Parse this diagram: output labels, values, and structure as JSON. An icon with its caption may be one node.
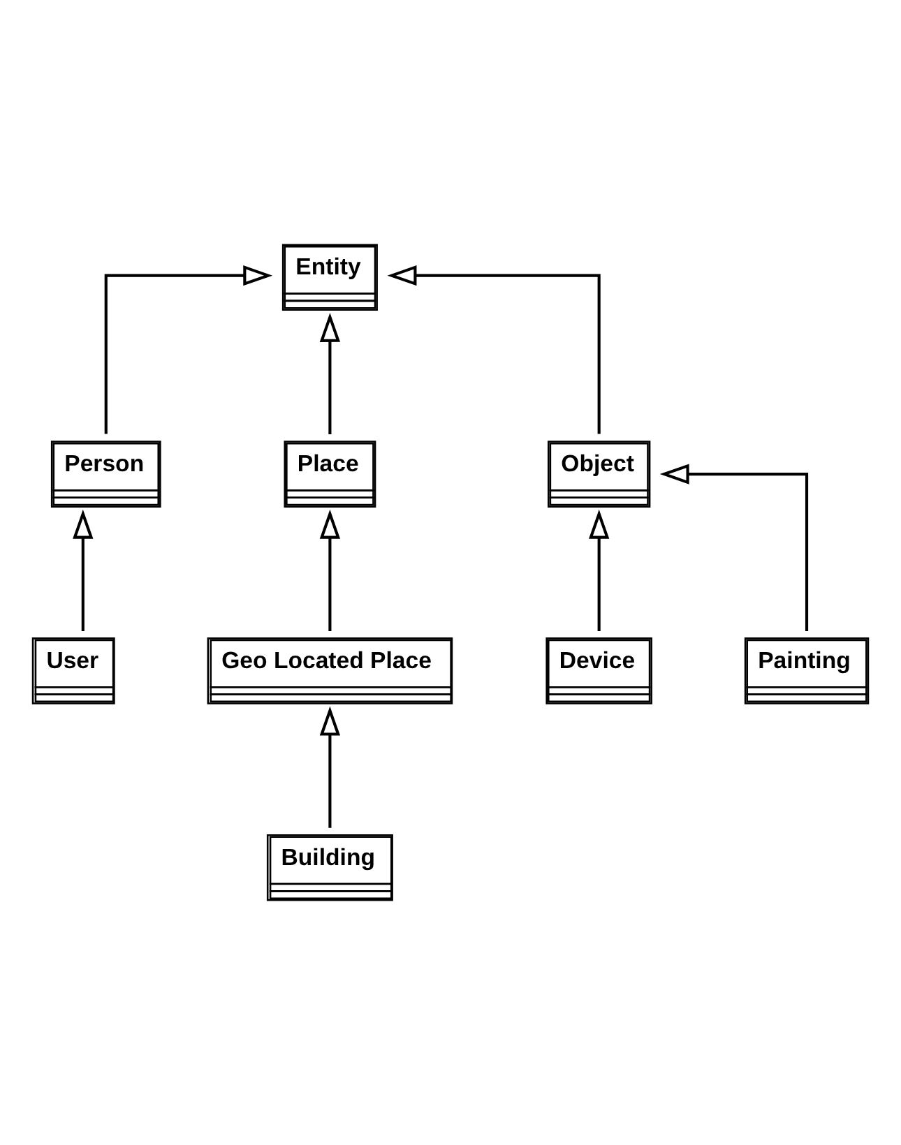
{
  "diagram": {
    "nodes": [
      {
        "text": [
          "Entity"
        ]
      },
      {
        "text": [
          "Person"
        ]
      },
      {
        "text": [
          "Place"
        ]
      },
      {
        "text": [
          "Object"
        ]
      },
      {
        "text": [
          "User"
        ]
      },
      {
        "text": [
          "Geo Located Place"
        ]
      },
      {
        "text": [
          "Device"
        ]
      },
      {
        "text": [
          "Painting"
        ]
      },
      {
        "text": [
          "Building"
        ]
      }
    ],
    "edges": [
      {
        "from": 1,
        "to": 0,
        "arrow": "to"
      },
      {
        "from": 2,
        "to": 0,
        "arrow": "to"
      },
      {
        "from": 3,
        "to": 0,
        "arrow": "to"
      },
      {
        "from": 4,
        "to": 1,
        "arrow": "to"
      },
      {
        "from": 5,
        "to": 2,
        "arrow": "to"
      },
      {
        "from": 6,
        "to": 3,
        "arrow": "to"
      },
      {
        "from": 7,
        "to": 3,
        "arrow": "to"
      },
      {
        "from": 8,
        "to": 5,
        "arrow": "to"
      }
    ]
  }
}
